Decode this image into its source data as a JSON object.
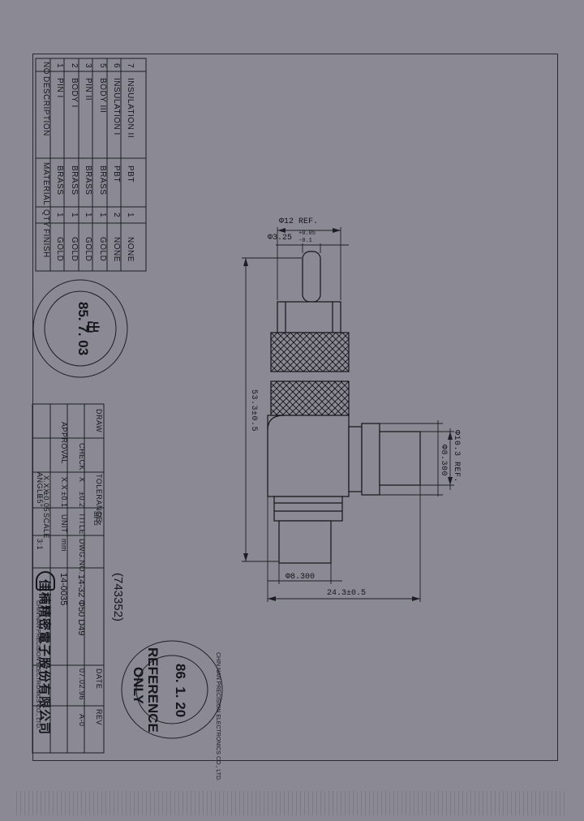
{
  "bom": {
    "headers": {
      "no": "NO",
      "description": "DESCRIPTION",
      "material": "MATERIAL",
      "qty": "QTY",
      "finish": "FINISH"
    },
    "rows": [
      {
        "no": "7",
        "description": "INSULATION II",
        "material": "PBT",
        "qty": "1",
        "finish": "NONE"
      },
      {
        "no": "6",
        "description": "INSULATION I",
        "material": "PBT",
        "qty": "2",
        "finish": "NONE"
      },
      {
        "no": "5",
        "description": "BODY III",
        "material": "BRASS",
        "qty": "1",
        "finish": "GOLD"
      },
      {
        "no": "3",
        "description": "PIN II",
        "material": "BRASS",
        "qty": "1",
        "finish": "GOLD"
      },
      {
        "no": "2",
        "description": "BODY I",
        "material": "BRASS",
        "qty": "1",
        "finish": "GOLD"
      },
      {
        "no": "1",
        "description": "PIN I",
        "material": "BRASS",
        "qty": "1",
        "finish": "GOLD"
      }
    ]
  },
  "issue_stamp": {
    "date": "85. 7. 03",
    "mark": "出"
  },
  "approval": {
    "draw": "DRAW",
    "check": "CHECK",
    "approval": "APPROVAL"
  },
  "tolerance": {
    "label": "TOLERANCE",
    "rows": [
      {
        "k": "X",
        "v": "±0.2"
      },
      {
        "k": "X.X",
        "v": "±0.1"
      },
      {
        "k": "X.XX",
        "v": "±0.05"
      },
      {
        "k": "ANGLE",
        "v": "±5°"
      }
    ]
  },
  "title_block": {
    "title_label": "TITLE",
    "name_label": "品名",
    "unit_label": "UNIT",
    "unit": "mm",
    "scale_label": "SCALE",
    "scale": "3:1",
    "dwg_label": "DWG.NO.",
    "dwg_no": "14-0035",
    "title": "14-32 Φ50 D49",
    "date_label": "DATE",
    "date": "07.02.96",
    "rev_label": "REV",
    "rev": "A-0",
    "handwritten": "(743352)"
  },
  "company": {
    "name_cn": "佳楠精密電子股份有限公司",
    "name_en": "CHIN NAN PRECISION ELECTRONICS CO., LTD."
  },
  "ref_stamp": {
    "text1": "REFERENCE",
    "text2": "ONLY",
    "date": "86. 1. 20",
    "ring": "CHIN NAN PRECISION ELECTRONICS CO., LTD."
  },
  "dimensions": {
    "d12": "Φ12 REF.",
    "d325": "Φ3.25",
    "d325_tol_up": "+0.05",
    "d325_tol_dn": "-0.1",
    "d10": "Φ10.3 REF.",
    "d83_side": "Φ8.300",
    "d83_bottom": "Φ8.300",
    "len533": "53.3±0.5",
    "len243": "24.3±0.5"
  }
}
